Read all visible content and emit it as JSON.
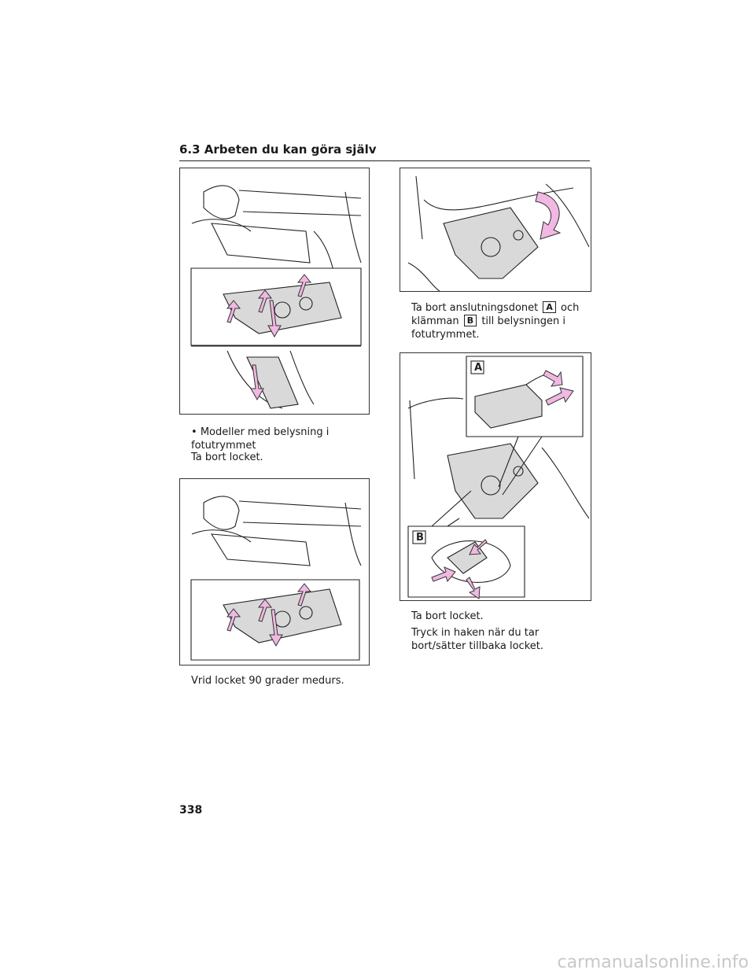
{
  "header": {
    "section_title": "6.3  Arbeten du kan göra själv"
  },
  "left": {
    "bullet_model": "Modeller med belysning i fotutrymmet",
    "step_remove_cover": "Ta bort locket.",
    "step_rotate": "Vrid locket 90 grader medurs."
  },
  "right": {
    "remove_text_start": "Ta bort anslutningsdonet",
    "remove_label_a": "A",
    "remove_text_mid": "och klämman",
    "remove_label_b": "B",
    "remove_text_end": "till belysningen i fotutrymmet.",
    "callout_a": "A",
    "callout_b": "B",
    "step_remove_cover": "Ta bort locket.",
    "step_push_hook": "Tryck in haken när du tar bort/sätter tillbaka locket."
  },
  "footer": {
    "page_number": "338",
    "watermark": "carmanualsonline.info"
  },
  "colors": {
    "arrow_fill": "#f0b8e2",
    "line": "#222222"
  },
  "icons": {
    "arrow": "curved-arrow-icon"
  }
}
